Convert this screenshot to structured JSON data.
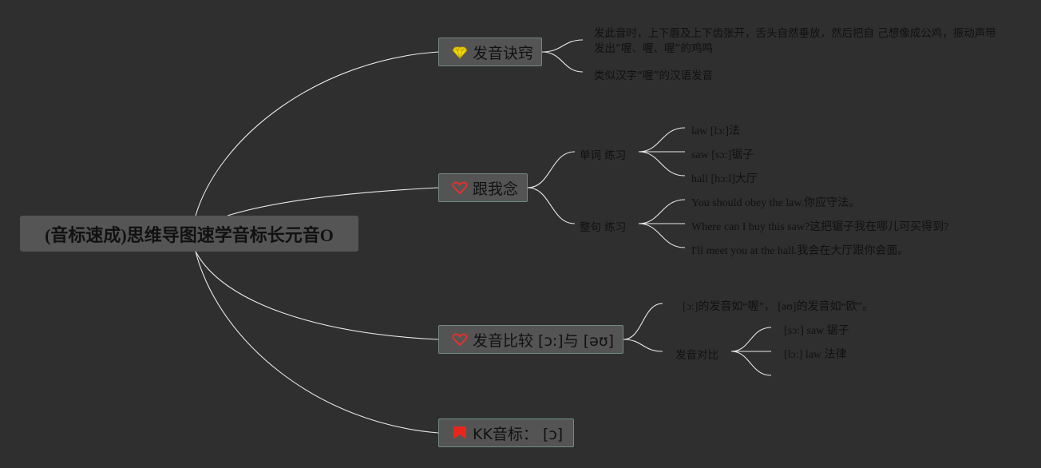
{
  "root": {
    "title": "(音标速成)思维导图速学音标长元音O"
  },
  "branches": [
    {
      "label": "发音诀窍",
      "icon": "diamond-icon",
      "icon_color": "#f5d90a"
    },
    {
      "label": "跟我念",
      "icon": "heart-icon",
      "icon_color": "#e0322d"
    },
    {
      "label": "发音比较 [ɔ:]与 [əʊ]",
      "icon": "heart-icon",
      "icon_color": "#e0322d"
    },
    {
      "label": "KK音标： [ɔ]",
      "icon": "flag-icon",
      "icon_color": "#e8261b"
    }
  ],
  "tips": {
    "description": "发此音时，上下唇及上下齿张开，舌头自然垂放，然后把自 己想像成公鸡，振动声带发出“喔、喔、喔”的鸡鸣",
    "similar": "类似汉字“喔”的汉语发音"
  },
  "practice": {
    "words_label": "单词 练习",
    "words": [
      "law [lɔ:]法",
      "saw [sɔ:]锯子",
      "hall [hɔ:l]大厅"
    ],
    "sentences_label": "整句 练习",
    "sentences": [
      "You should obey the law.你应守法。",
      "Where can I buy this saw?这把锯子我在哪儿可买得到?",
      "I'll meet you at the hall.我会在大厅跟你会面。"
    ]
  },
  "compare": {
    "note": "[ɔ:]的发音如“喔”，  [əʊ]的发音如“欧”。",
    "contrast_label": "发音对比",
    "contrast_items": [
      "[sɔ:] saw 锯子",
      "[lɔ:] law 法律"
    ]
  },
  "colors": {
    "background": "#2f2f2f",
    "root_fill": "#555555",
    "branch_fill": "#545454",
    "branch_border": "#6f8a80",
    "connector": "#e8e8e8",
    "text": "#111111"
  }
}
